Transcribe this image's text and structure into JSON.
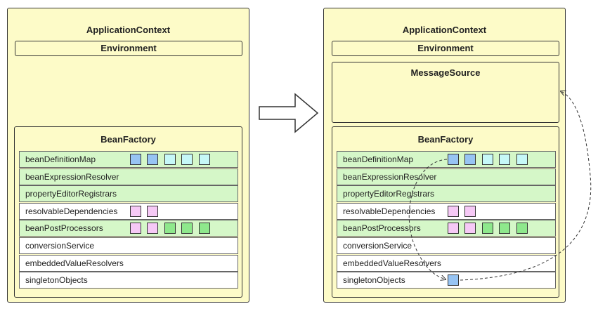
{
  "left": {
    "app_context_title": "ApplicationContext",
    "environment_label": "Environment",
    "bean_factory_title": "BeanFactory",
    "rows": [
      {
        "label": "beanDefinitionMap",
        "style": "green",
        "squares": [
          "blue",
          "blue",
          "cyan",
          "cyan",
          "cyan"
        ]
      },
      {
        "label": "beanExpressionResolver",
        "style": "green",
        "squares": []
      },
      {
        "label": "propertyEditorRegistrars",
        "style": "green",
        "squares": []
      },
      {
        "label": "resolvableDependencies",
        "style": "white",
        "squares": [
          "pink",
          "pink"
        ]
      },
      {
        "label": "beanPostProcessors",
        "style": "green",
        "squares": [
          "pink",
          "pink",
          "green",
          "green",
          "green"
        ]
      },
      {
        "label": "conversionService",
        "style": "white",
        "squares": []
      },
      {
        "label": "embeddedValueResolvers",
        "style": "white",
        "squares": []
      },
      {
        "label": "singletonObjects",
        "style": "white",
        "squares": []
      }
    ]
  },
  "right": {
    "app_context_title": "ApplicationContext",
    "environment_label": "Environment",
    "message_source_title": "MessageSource",
    "bean_factory_title": "BeanFactory",
    "rows": [
      {
        "label": "beanDefinitionMap",
        "style": "green",
        "squares": [
          "blue",
          "blue",
          "cyan",
          "cyan",
          "cyan"
        ]
      },
      {
        "label": "beanExpressionResolver",
        "style": "green",
        "squares": []
      },
      {
        "label": "propertyEditorRegistrars",
        "style": "green",
        "squares": []
      },
      {
        "label": "resolvableDependencies",
        "style": "white",
        "squares": [
          "pink",
          "pink"
        ]
      },
      {
        "label": "beanPostProcessors",
        "style": "green",
        "squares": [
          "pink",
          "pink",
          "green",
          "green",
          "green"
        ]
      },
      {
        "label": "conversionService",
        "style": "white",
        "squares": []
      },
      {
        "label": "embeddedValueResolvers",
        "style": "white",
        "squares": []
      },
      {
        "label": "singletonObjects",
        "style": "white",
        "squares": [
          "blue"
        ]
      }
    ]
  },
  "colors": {
    "panel": "#fdfbc8",
    "row_green": "#d5f7c8",
    "blue": "#97c4f3",
    "cyan": "#c6f8f8",
    "pink": "#f6c9f6",
    "green": "#8ee88c"
  }
}
